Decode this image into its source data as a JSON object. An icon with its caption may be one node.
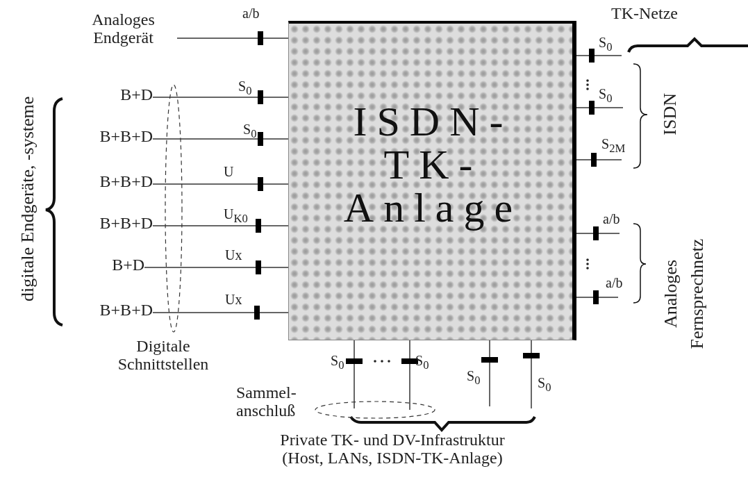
{
  "diagram": {
    "nodes": [
      {
        "text": [
          "ISDN- TK- Anlage"
        ]
      },
      {
        "text": [
          "Analoges Endgerät"
        ]
      },
      {
        "text": [
          "B+D"
        ]
      },
      {
        "text": [
          "B+B+D"
        ]
      },
      {
        "text": [
          "B+B+D"
        ]
      },
      {
        "text": [
          "B+B+D"
        ]
      },
      {
        "text": [
          "B+D"
        ]
      },
      {
        "text": [
          "B+B+D"
        ]
      }
    ],
    "edges": [
      {
        "from": 1,
        "to": 0,
        "arrow": "none",
        "label": "a/b"
      },
      {
        "from": 2,
        "to": 0,
        "arrow": "none",
        "label": "S$_{0}$"
      },
      {
        "from": 3,
        "to": 0,
        "arrow": "none",
        "label": "S$_{0}$"
      },
      {
        "from": 4,
        "to": 0,
        "arrow": "none",
        "label": "U"
      },
      {
        "from": 5,
        "to": 0,
        "arrow": "none",
        "label": "U$_{K0}$"
      },
      {
        "from": 6,
        "to": 0,
        "arrow": "none",
        "label": "Ux"
      },
      {
        "from": 7,
        "to": 0,
        "arrow": "none",
        "label": "Ux"
      },
      {
        "from": 0,
        "to": null,
        "arrow": "none",
        "label": "S$_{0}$"
      },
      {
        "from": 0,
        "to": null,
        "arrow": "none",
        "label": "S$_{0}$"
      },
      {
        "from": 0,
        "to": null,
        "arrow": "none",
        "label": "S$_{2M}$"
      },
      {
        "from": 0,
        "to": null,
        "arrow": "none",
        "label": "a/b"
      },
      {
        "from": 0,
        "to": null,
        "arrow": "none",
        "label": "a/b"
      },
      {
        "from": 0,
        "to": null,
        "arrow": "none",
        "label": "S$_{0}$"
      },
      {
        "from": 0,
        "to": null,
        "arrow": "none",
        "label": "S$_{0}$"
      },
      {
        "from": 0,
        "to": null,
        "arrow": "none",
        "label": "S$_{0}$"
      },
      {
        "from": 0,
        "to": null,
        "arrow": "none",
        "label": "S$_{0}$"
      }
    ],
    "labels": [
      "TK-Netze",
      "digitale Endgeräte, -systeme",
      "ISDN",
      "Analoges Fernsprechnetz",
      "Digitale Schnittstellen",
      "Sammel- anschluß",
      "Private TK- und DV-Infrastruktur (Host, LANs, ISDN-TK-Anlage)"
    ]
  }
}
